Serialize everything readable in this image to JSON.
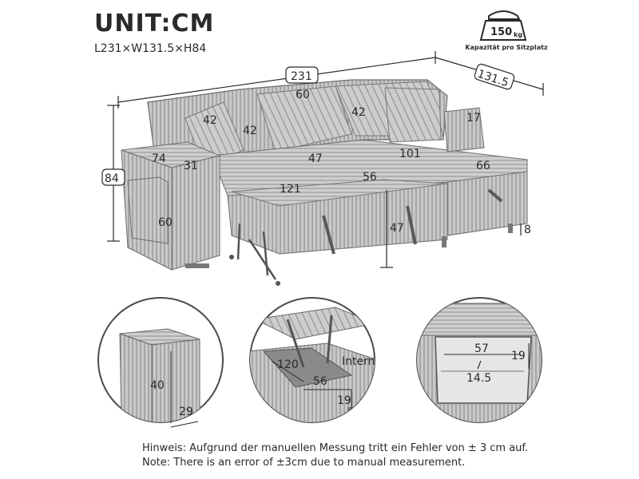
{
  "header": {
    "title": "UNIT:CM",
    "subtitle": "L231×W131.5×H84"
  },
  "capacity": {
    "weight": "150",
    "unit": "kg",
    "label": "Kapazität pro Sitzplatz",
    "icon": "weight-icon"
  },
  "dimensions": {
    "length": "231",
    "width": "131.5",
    "height": "84",
    "pillow_a": "42",
    "pillow_b": "42",
    "back_pillow_width": "60",
    "back_pillow_height": "42",
    "armrest_depth": "17",
    "ottoman_length": "74",
    "ottoman_width": "31",
    "ottoman_height": "60",
    "seat_depth": "47",
    "chaise_length": "101",
    "bed_length": "121",
    "bed_width": "56",
    "chaise_depth": "66",
    "bed_height": "47",
    "leg_height": "8"
  },
  "details": {
    "stool": {
      "height": "40",
      "width": "29"
    },
    "storage": {
      "label": "Intern",
      "length": "120",
      "width": "56",
      "depth": "19"
    },
    "compartment": {
      "width": "57",
      "height": "19",
      "depth": "14.5"
    }
  },
  "notes": {
    "de": "Hinweis: Aufgrund der manuellen Messung tritt ein Fehler von ± 3 cm auf.",
    "en": "Note: There is an error of ±3cm due to manual measurement."
  }
}
